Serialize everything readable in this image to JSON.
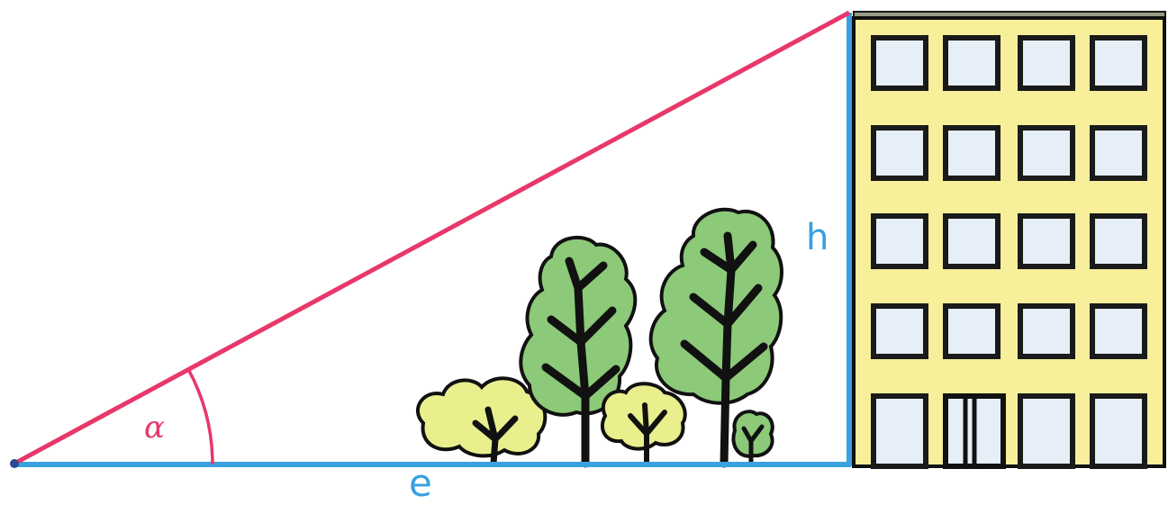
{
  "labels": {
    "angle": "α",
    "base": "e",
    "height": "h"
  },
  "colors": {
    "hypotenuse": "#e8386a",
    "angle_arc": "#e8386a",
    "base_line": "#3aa0e0",
    "height_line": "#3aa0e0",
    "building_wall": "#f7ef9a",
    "window_glass": "#e6eff8",
    "window_frame": "#1a1a1a",
    "tree_dark_green": "#8cc979",
    "tree_light_green": "#e9ef8c",
    "trunk": "#111111"
  },
  "building": {
    "floors": 5,
    "windows_per_floor": 4
  }
}
